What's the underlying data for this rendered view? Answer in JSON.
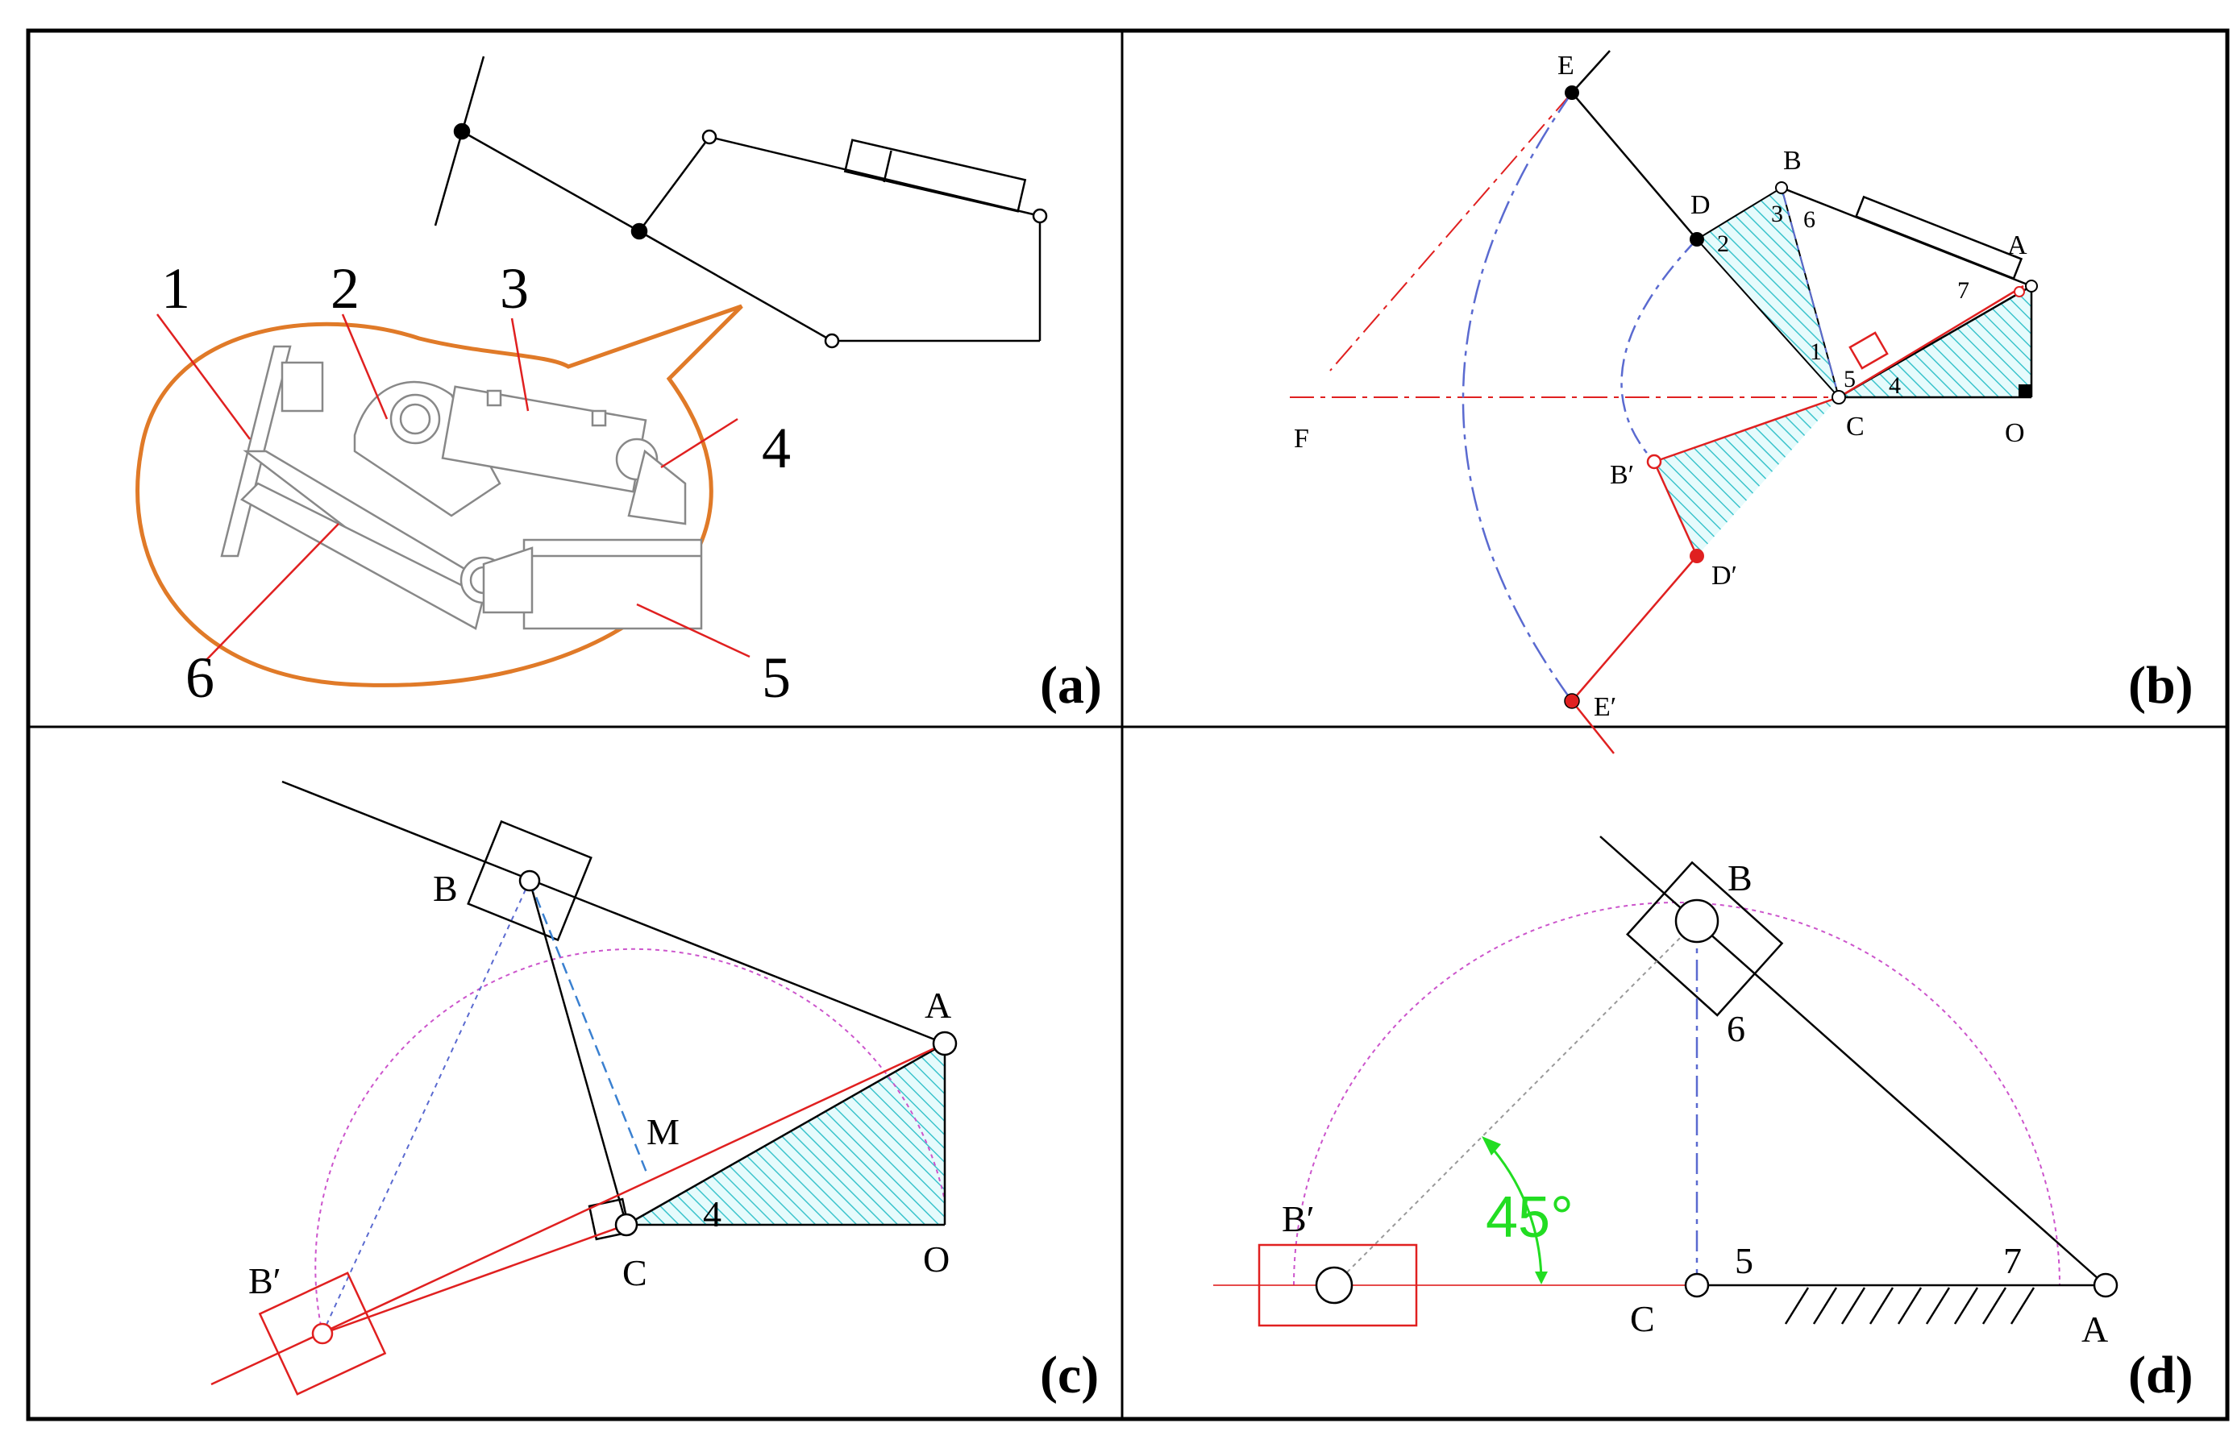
{
  "panels": {
    "a": {
      "tag": "(a)",
      "part_numbers": [
        "1",
        "2",
        "3",
        "4",
        "5",
        "6"
      ]
    },
    "b": {
      "tag": "(b)",
      "points": {
        "E": "E",
        "D": "D",
        "B": "B",
        "A": "A",
        "F": "F",
        "C": "C",
        "O": "O",
        "Bp": "B′",
        "Dp": "D′",
        "Ep": "E′"
      },
      "links": {
        "n1": "1",
        "n2": "2",
        "n3": "3",
        "n4": "4",
        "n5": "5",
        "n6": "6",
        "n7": "7"
      }
    },
    "c": {
      "tag": "(c)",
      "points": {
        "B": "B",
        "A": "A",
        "M": "M",
        "C": "C",
        "O": "O",
        "Bp": "B′"
      },
      "links": {
        "n4": "4"
      }
    },
    "d": {
      "tag": "(d)",
      "points": {
        "B": "B",
        "Bp": "B′",
        "C": "C",
        "A": "A"
      },
      "links": {
        "n5": "5",
        "n6": "6",
        "n7": "7"
      },
      "angle": "45°"
    }
  },
  "colors": {
    "red": "#e02020",
    "orange": "#e07a28",
    "cyan": "#3cc4cc",
    "purple_dash": "#cc55cc",
    "blue_dash": "#5a6ad0",
    "green": "#22dd22"
  }
}
